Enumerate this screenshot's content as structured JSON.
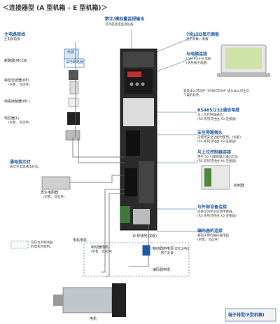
{
  "title": "＜连接器型 (A 型机箱 – E 型机箱)＞",
  "labels": {
    "digital_out": "数字/模拟量监视输出",
    "digital_out_sub": "可外部连接监测设备",
    "main_power": "主电路接线",
    "main_power_sub": "主电源电源",
    "seg7": "7段LED显示面板",
    "seg7_sub": "显示参数、情报",
    "pc_conn": "与电脑连接",
    "pc_conn_sub1": "USB mini-B 电缆",
    "pc_conn_sub2": "(请另备于电脑)",
    "panaterm": "安装本公司软件 \"PANATERM\" 请从本公司主页",
    "panaterm2": "下载的软件。",
    "mccb": "断路器(MCCB)",
    "nf": "噪音滤波器(NF)",
    "nf_sub": "(另售、可选件)",
    "mc": "电磁接触器(MC)",
    "reactor": "电抗器(L)",
    "reactor_sub": "(另售、可选件)",
    "power_box": "电源",
    "power_box2": "漏电断路器",
    "rs485": "RS485/232通信电缆",
    "rs485_sub1": "与上位控制器通信",
    "rs485_sub2": "(RS 系列可经由 X3 连接器)",
    "safety": "安全旁路插头",
    "safety_sub1": "未使用安全功能时使用。(标配)",
    "safety_sub2": "(RS 系列可经由 X3 连接器)",
    "upper": "与上位控制器连接",
    "upper_sub1": "用于 50 引脚的输入输出信号",
    "upper_sub2": "(RS 系列可经由 X4 连接器)",
    "plc": "控制器",
    "comm_indicator": "通电指示灯",
    "comm_sub": "表示主电源通电状态。",
    "regen": "再生电阻器",
    "regen_sub": "(另售、可选件)",
    "ext_dev": "与外部设备连接",
    "ext_dev_sub1": "连接全闭环的反馈传感器。",
    "ext_dev_sub2": "(RS 系列可经由 X5 连接器)",
    "ground": "D 种接地 (E级)",
    "motor_cable": "电机电缆",
    "encoder_conn": "编码器的连接",
    "encoder_conn_sub1": "备电子用的编码器电缆",
    "encoder_conn_sub2": "(另售、可选件)",
    "brake_cable": "制动器电缆",
    "brake_power": "制动器用电源 (DC24V)",
    "brake_power_sub": "(用户准备)",
    "brake_cable_sub": "(另售、可选件)",
    "encoder_cable": "编码器电缆",
    "legend": "仅在为有制动器",
    "legend2": "的电机时使用。",
    "motor": "电机",
    "f_connector": "端子排型(F型机箱)"
  }
}
